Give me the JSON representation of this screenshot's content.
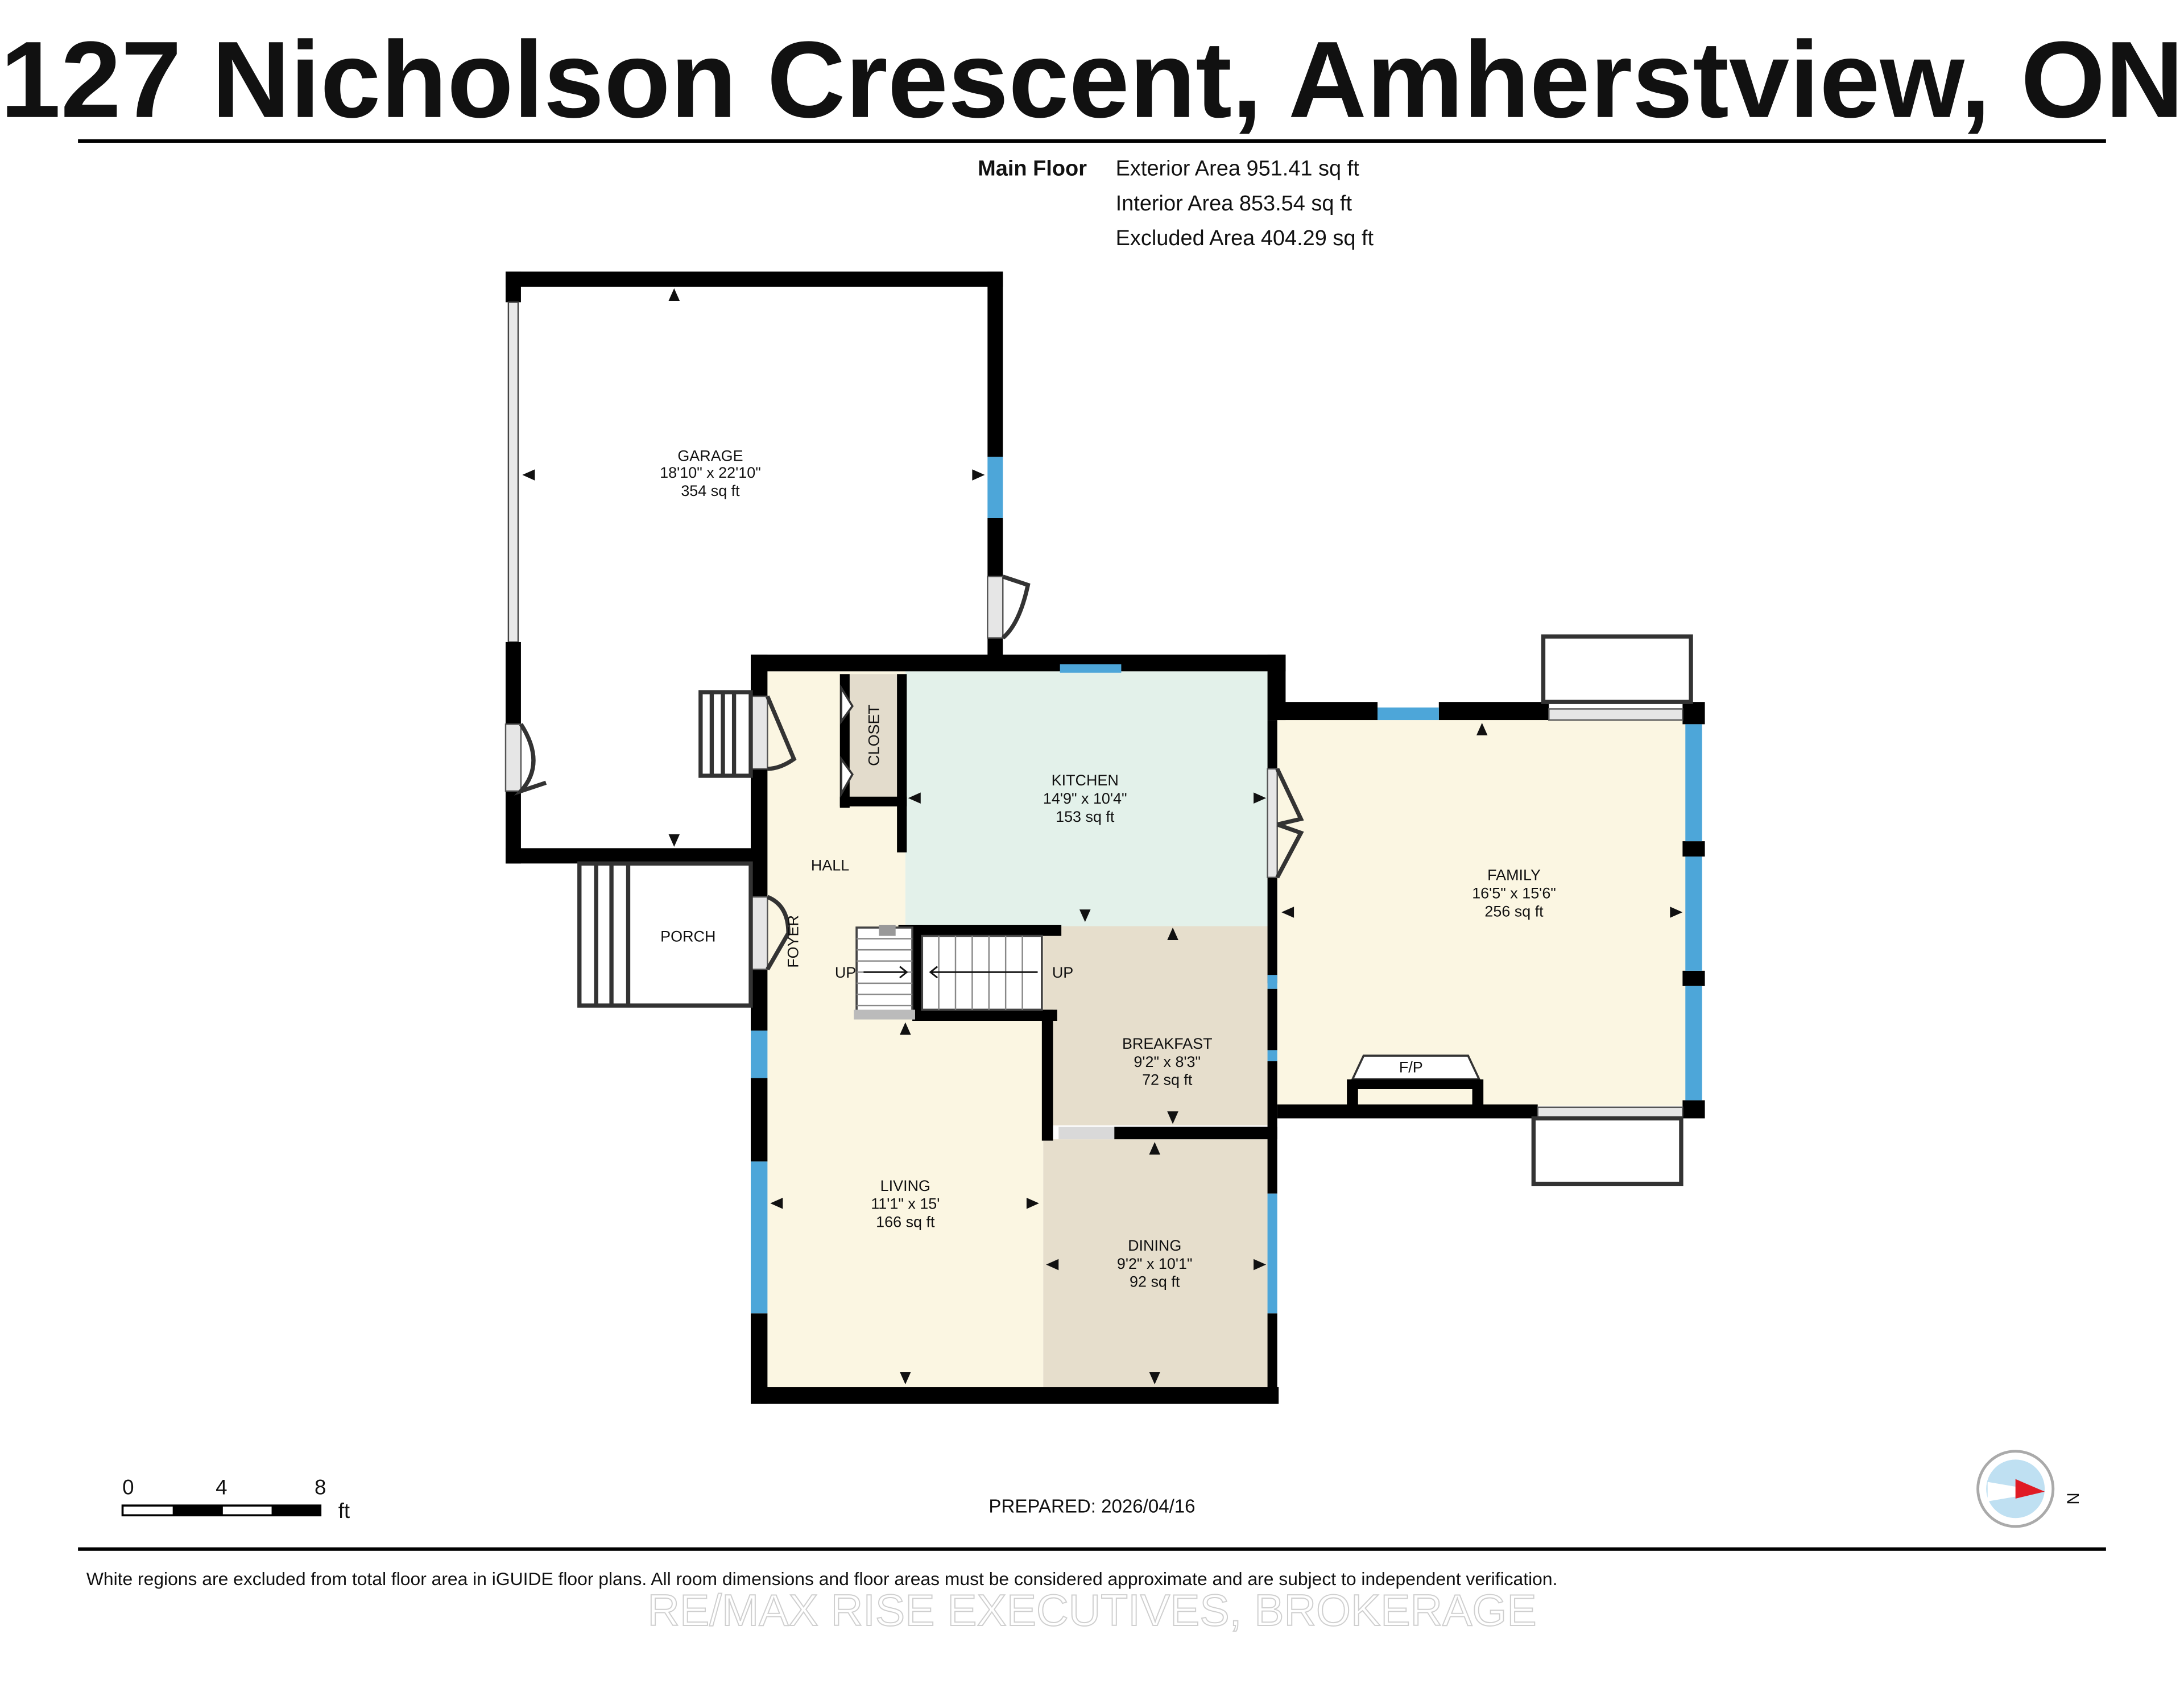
{
  "header": {
    "title": "127 Nicholson Crescent, Amherstview, ON"
  },
  "floor_summary": {
    "floor_name": "Main Floor",
    "exterior_area": "Exterior Area 951.41 sq ft",
    "interior_area": "Interior Area 853.54 sq ft",
    "excluded_area": "Excluded Area 404.29 sq ft"
  },
  "rooms": {
    "garage": {
      "name": "GARAGE",
      "dims": "18'10\" x 22'10\"",
      "area": "354 sq ft"
    },
    "kitchen": {
      "name": "KITCHEN",
      "dims": "14'9\" x 10'4\"",
      "area": "153 sq ft"
    },
    "family": {
      "name": "FAMILY",
      "dims": "16'5\" x 15'6\"",
      "area": "256 sq ft"
    },
    "breakfast": {
      "name": "BREAKFAST",
      "dims": "9'2\" x 8'3\"",
      "area": "72 sq ft"
    },
    "living": {
      "name": "LIVING",
      "dims": "11'1\" x 15'",
      "area": "166 sq ft"
    },
    "dining": {
      "name": "DINING",
      "dims": "9'2\" x 10'1\"",
      "area": "92 sq ft"
    },
    "hall": {
      "name": "HALL"
    },
    "closet": {
      "name": "CLOSET"
    },
    "porch": {
      "name": "PORCH"
    },
    "foyer": {
      "name": "FOYER"
    },
    "fireplace": {
      "name": "F/P"
    },
    "stairs_up_1": {
      "name": "UP"
    },
    "stairs_up_2": {
      "name": "UP"
    }
  },
  "scale_bar": {
    "ticks": [
      "0",
      "4",
      "8"
    ],
    "unit": "ft"
  },
  "prepared": "PREPARED: 2026/04/16",
  "compass": {
    "direction": "N",
    "icon": "compass-icon"
  },
  "footer": {
    "disclaimer": "White regions are excluded from total floor area in iGUIDE floor plans. All room dimensions and floor areas must be considered approximate and are subject to independent verification.",
    "watermark": "RE/MAX RISE EXECUTIVES, BROKERAGE"
  },
  "colors": {
    "kitchen_fill": "#e3f1ea",
    "warm_fill": "#fbf6e2",
    "tan_fill": "#e6decc",
    "closet_fill": "#e3dccc",
    "window": "#4da6d9",
    "wall": "#000000",
    "compass_arrow": "#e01b24",
    "compass_water": "#bfe0f2"
  }
}
